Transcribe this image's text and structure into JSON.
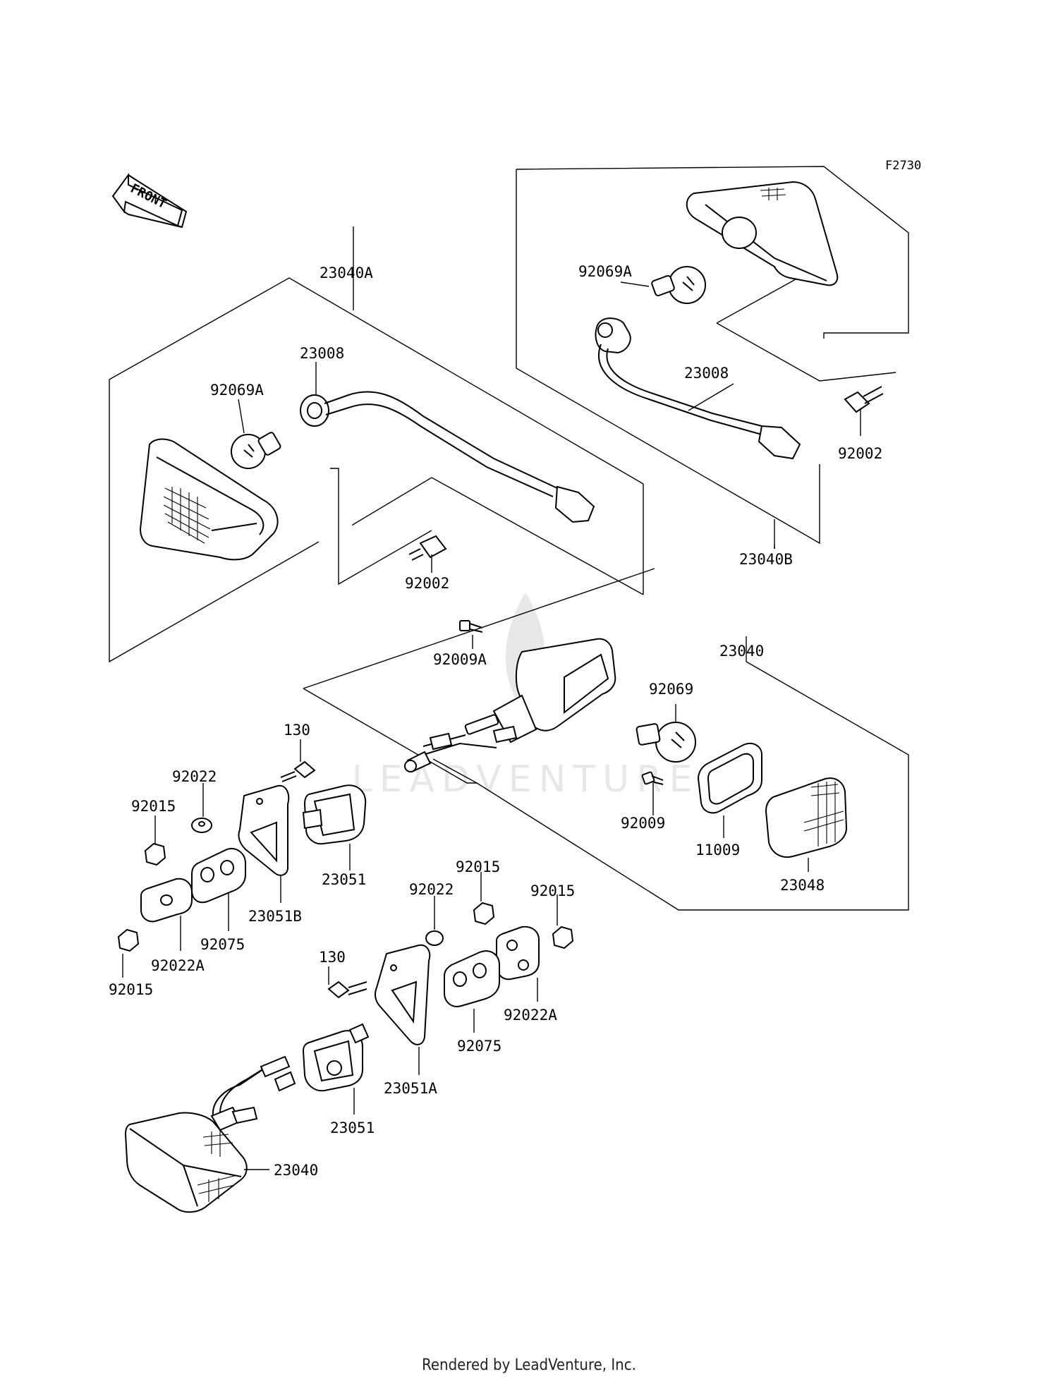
{
  "figure_code": "F2730",
  "front_label": "FRONT",
  "footer": "Rendered by LeadVenture, Inc.",
  "watermark": "LEADVENTURE",
  "callouts": {
    "a23040A": "23040A",
    "a23008_left": "23008",
    "a92069A_left": "92069A",
    "a92002_left": "92002",
    "a92069A_right": "92069A",
    "a23008_right": "23008",
    "a92002_right": "92002",
    "a23040B": "23040B",
    "a23040_top": "23040",
    "a92009A": "92009A",
    "a92069": "92069",
    "a92009": "92009",
    "a11009": "11009",
    "a23048": "23048",
    "a130_top": "130",
    "a92022_top": "92022",
    "a92015_left": "92015",
    "a23051_top": "23051",
    "a23051B": "23051B",
    "a92075_left": "92075",
    "a92022A_left": "92022A",
    "a92015_bottom": "92015",
    "a92015_mid": "92015",
    "a92022_mid": "92022",
    "a92015_right": "92015",
    "a130_bottom": "130",
    "a92075_right": "92075",
    "a92022A_right": "92022A",
    "a23051A": "23051A",
    "a23051_bottom": "23051",
    "a23040_bottom": "23040"
  }
}
